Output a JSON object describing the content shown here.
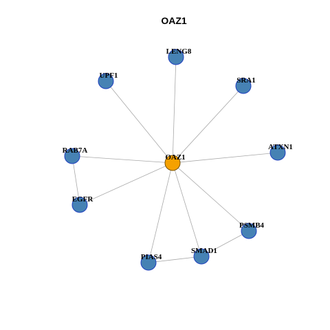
{
  "title": "OAZ1",
  "hub": "OAZ1",
  "nodes": [
    {
      "id": "OAZ1",
      "label": "OAZ1",
      "role": "hub"
    },
    {
      "id": "LENG8",
      "label": "LENG8",
      "role": "neighbor"
    },
    {
      "id": "UPF1",
      "label": "UPF1",
      "role": "neighbor"
    },
    {
      "id": "SRA1",
      "label": "SRA1",
      "role": "neighbor"
    },
    {
      "id": "RAB7A",
      "label": "RAB7A",
      "role": "neighbor"
    },
    {
      "id": "ATXN1",
      "label": "ATXN1",
      "role": "neighbor"
    },
    {
      "id": "EGFR",
      "label": "EGFR",
      "role": "neighbor"
    },
    {
      "id": "PSMB4",
      "label": "PSMB4",
      "role": "neighbor"
    },
    {
      "id": "SMAD1",
      "label": "SMAD1",
      "role": "neighbor"
    },
    {
      "id": "PIAS4",
      "label": "PIAS4",
      "role": "neighbor"
    }
  ],
  "edges": [
    [
      "OAZ1",
      "LENG8"
    ],
    [
      "OAZ1",
      "UPF1"
    ],
    [
      "OAZ1",
      "SRA1"
    ],
    [
      "OAZ1",
      "RAB7A"
    ],
    [
      "OAZ1",
      "ATXN1"
    ],
    [
      "OAZ1",
      "EGFR"
    ],
    [
      "OAZ1",
      "PSMB4"
    ],
    [
      "OAZ1",
      "SMAD1"
    ],
    [
      "OAZ1",
      "PIAS4"
    ],
    [
      "RAB7A",
      "EGFR"
    ],
    [
      "PIAS4",
      "SMAD1"
    ],
    [
      "SMAD1",
      "PSMB4"
    ]
  ],
  "colors": {
    "hub_fill": "#f5a100",
    "neighbor_fill": "#4682b4",
    "neighbor_border": "#1f3fbf",
    "edge": "#a8a8a8"
  }
}
